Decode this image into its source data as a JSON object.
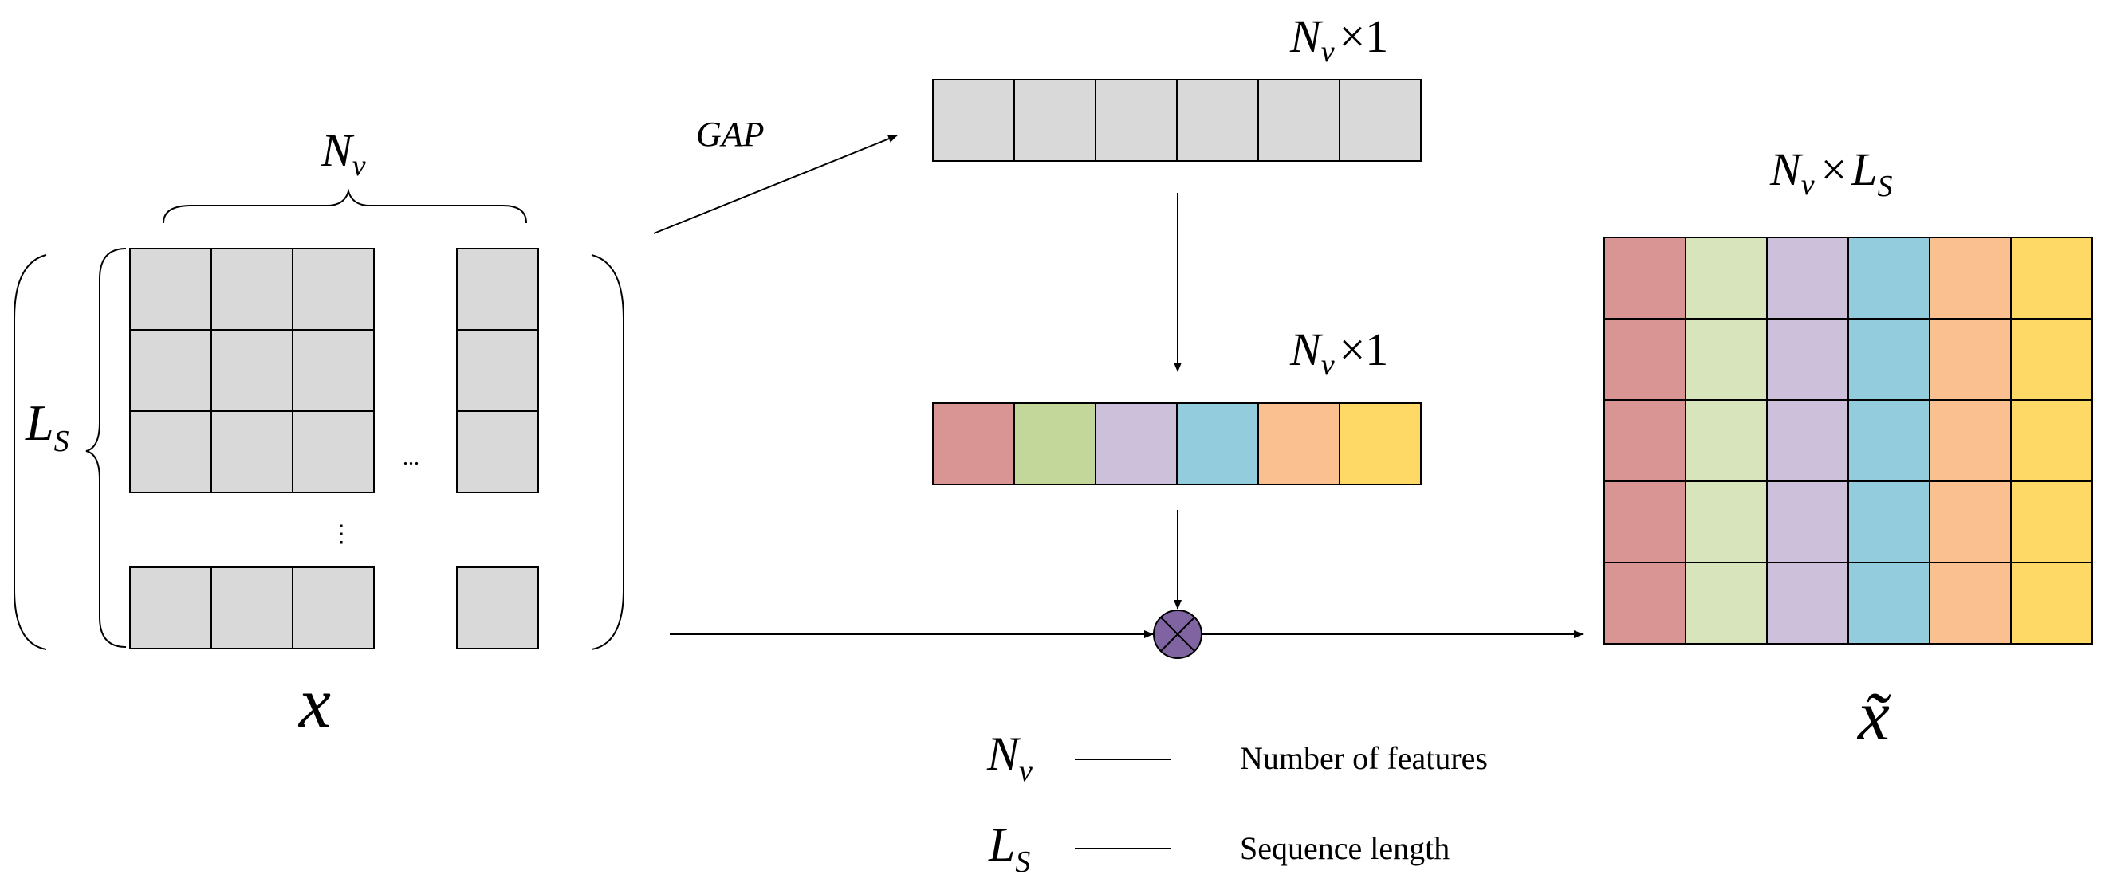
{
  "labels": {
    "input_width_symbol": "N",
    "input_width_sub": "v",
    "input_height_symbol": "L",
    "input_height_sub": "S",
    "input_row_ellipsis": "...",
    "input_col_ellipsis": "⋮",
    "input_name": "x",
    "gap_label": "GAP",
    "vector1_dim_symbol": "N",
    "vector1_dim_sub": "v",
    "vector1_dim_rest": "×1",
    "vector2_dim_symbol": "N",
    "vector2_dim_sub": "v",
    "vector2_dim_rest": "×1",
    "output_dim_symbol": "N",
    "output_dim_sub": "v",
    "output_dim_times": "×",
    "output_dim_symbol2": "L",
    "output_dim_sub2": "S",
    "output_name": "x̃"
  },
  "legend": [
    {
      "symbol": "N",
      "sub": "v",
      "description": "Number of features"
    },
    {
      "symbol": "L",
      "sub": "S",
      "description": "Sequence length"
    }
  ],
  "colors": {
    "grey_cell": "#d9d9d9",
    "feature_colors": [
      "#d99594",
      "#c4d79b",
      "#ccc0da",
      "#93cddd",
      "#fac090",
      "#ffd966"
    ],
    "output_colors": [
      "#d99594",
      "#d8e4bc",
      "#ccc0da",
      "#93cddd",
      "#fac090",
      "#ffd966"
    ],
    "multiply_node": "#8064a2"
  },
  "icons": {
    "multiply": "circle-times-icon"
  }
}
